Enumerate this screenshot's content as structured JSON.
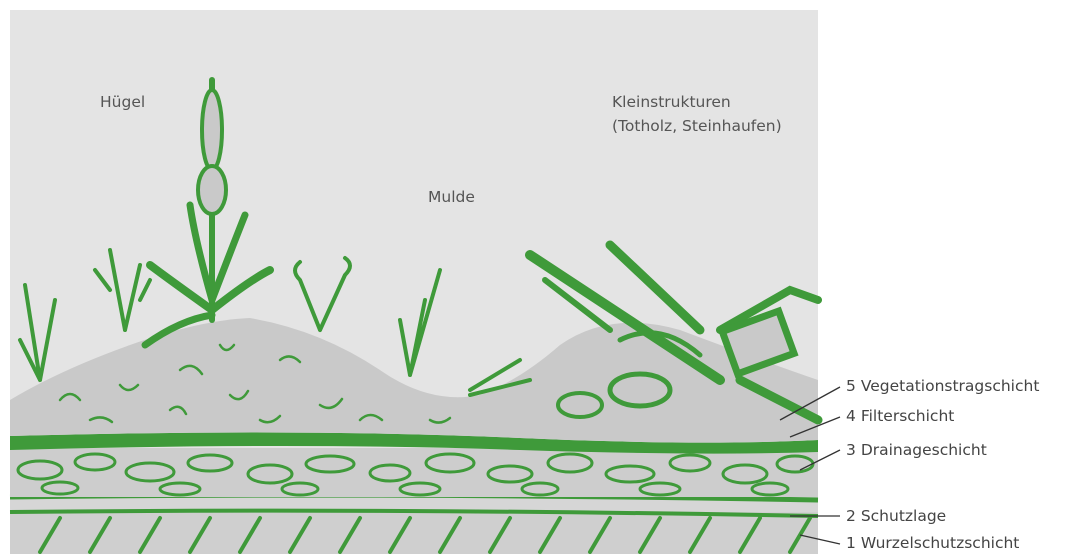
{
  "zones": {
    "hill": "Hügel",
    "hollow": "Mulde",
    "microstructures_line1": "Kleinstrukturen",
    "microstructures_line2": "(Totholz, Steinhaufen)"
  },
  "layers": [
    {
      "number": "5",
      "name": "Vegetationstragschicht"
    },
    {
      "number": "4",
      "name": "Filterschicht"
    },
    {
      "number": "3",
      "name": "Drainageschicht"
    },
    {
      "number": "2",
      "name": "Schutzlage"
    },
    {
      "number": "1",
      "name": "Wurzelschutzschicht"
    }
  ],
  "colors": {
    "sky": "#e4e4e4",
    "soil": "#c9c9c9",
    "vegetation": "#3f9a3a",
    "vegetation_dark": "#2f7d2b",
    "label_text": "#555555"
  }
}
